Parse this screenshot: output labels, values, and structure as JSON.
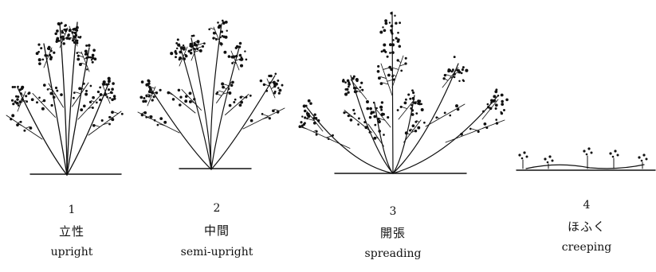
{
  "habits": [
    {
      "number": "1",
      "japanese": "立性",
      "english": "upright"
    },
    {
      "number": "2",
      "japanese": "中間",
      "english": "semi-upright"
    },
    {
      "number": "3",
      "japanese": "開張",
      "english": "spreading"
    },
    {
      "number": "4",
      "japanese": "ほふく",
      "english": "creeping"
    }
  ],
  "colors": {
    "ink": "#111111",
    "background": "#ffffff"
  }
}
